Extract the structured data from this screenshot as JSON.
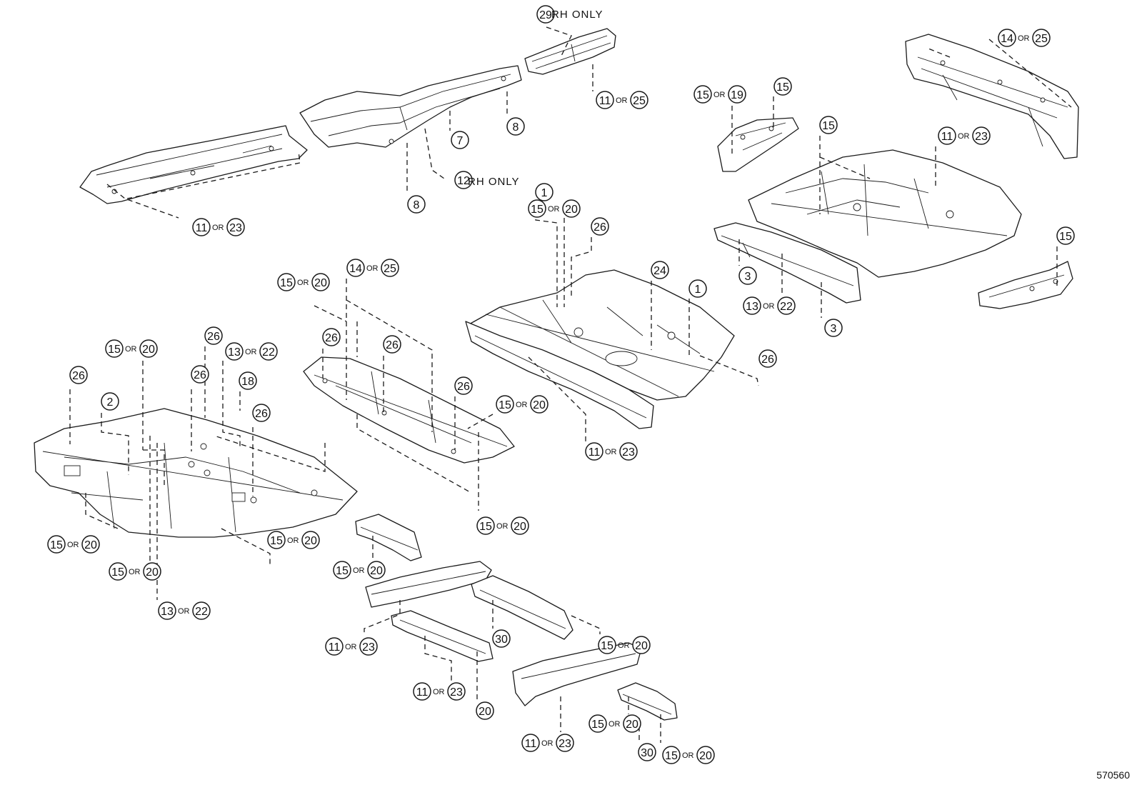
{
  "diagram": {
    "reference_number": "570560",
    "connector_word": "OR",
    "notes": {
      "rh_only_29": "RH ONLY",
      "rh_only_12": "RH ONLY"
    },
    "callouts": [
      {
        "id": "c1",
        "parts": [
          "29"
        ],
        "note": "RH ONLY"
      },
      {
        "id": "c2",
        "parts": [
          "11",
          "25"
        ]
      },
      {
        "id": "c3",
        "parts": [
          "7"
        ]
      },
      {
        "id": "c4",
        "parts": [
          "8"
        ]
      },
      {
        "id": "c5",
        "parts": [
          "8"
        ]
      },
      {
        "id": "c6",
        "parts": [
          "12"
        ],
        "note": "RH ONLY"
      },
      {
        "id": "c7",
        "parts": [
          "11",
          "23"
        ]
      },
      {
        "id": "c8",
        "parts": [
          "14",
          "25"
        ]
      },
      {
        "id": "c9",
        "parts": [
          "15",
          "19"
        ]
      },
      {
        "id": "c10",
        "parts": [
          "15"
        ]
      },
      {
        "id": "c11",
        "parts": [
          "15"
        ]
      },
      {
        "id": "c12",
        "parts": [
          "11",
          "23"
        ]
      },
      {
        "id": "c13",
        "parts": [
          "15"
        ]
      },
      {
        "id": "c14",
        "parts": [
          "3"
        ]
      },
      {
        "id": "c15",
        "parts": [
          "13",
          "22"
        ]
      },
      {
        "id": "c16",
        "parts": [
          "3"
        ]
      },
      {
        "id": "c17",
        "parts": [
          "15",
          "20"
        ]
      },
      {
        "id": "c18",
        "parts": [
          "26"
        ]
      },
      {
        "id": "c19",
        "parts": [
          "1"
        ]
      },
      {
        "id": "c20",
        "parts": [
          "24"
        ]
      },
      {
        "id": "c21",
        "parts": [
          "1"
        ]
      },
      {
        "id": "c22",
        "parts": [
          "26"
        ]
      },
      {
        "id": "c23",
        "parts": [
          "11",
          "23"
        ]
      },
      {
        "id": "c24",
        "parts": [
          "15",
          "20"
        ]
      },
      {
        "id": "c25",
        "parts": [
          "14",
          "25"
        ]
      },
      {
        "id": "c26",
        "parts": [
          "26"
        ]
      },
      {
        "id": "c27",
        "parts": [
          "26"
        ]
      },
      {
        "id": "c28",
        "parts": [
          "26"
        ]
      },
      {
        "id": "c29",
        "parts": [
          "15",
          "20"
        ]
      },
      {
        "id": "c30",
        "parts": [
          "15",
          "20"
        ]
      },
      {
        "id": "c31",
        "parts": [
          "15",
          "20"
        ]
      },
      {
        "id": "c32",
        "parts": [
          "26"
        ]
      },
      {
        "id": "c33",
        "parts": [
          "13",
          "22"
        ]
      },
      {
        "id": "c34",
        "parts": [
          "26"
        ]
      },
      {
        "id": "c35",
        "parts": [
          "2"
        ]
      },
      {
        "id": "c36",
        "parts": [
          "26"
        ]
      },
      {
        "id": "c37",
        "parts": [
          "18"
        ]
      },
      {
        "id": "c38",
        "parts": [
          "26"
        ]
      },
      {
        "id": "c39",
        "parts": [
          "15",
          "20"
        ]
      },
      {
        "id": "c40",
        "parts": [
          "15",
          "20"
        ]
      },
      {
        "id": "c41",
        "parts": [
          "15",
          "20"
        ]
      },
      {
        "id": "c42",
        "parts": [
          "13",
          "22"
        ]
      },
      {
        "id": "c43",
        "parts": [
          "15",
          "20"
        ]
      },
      {
        "id": "c44",
        "parts": [
          "11",
          "23"
        ]
      },
      {
        "id": "c45",
        "parts": [
          "30"
        ]
      },
      {
        "id": "c46",
        "parts": [
          "15",
          "20"
        ]
      },
      {
        "id": "c47",
        "parts": [
          "11",
          "23"
        ]
      },
      {
        "id": "c48",
        "parts": [
          "20"
        ]
      },
      {
        "id": "c49",
        "parts": [
          "11",
          "23"
        ]
      },
      {
        "id": "c50",
        "parts": [
          "15",
          "20"
        ]
      },
      {
        "id": "c51",
        "parts": [
          "30"
        ]
      },
      {
        "id": "c52",
        "parts": [
          "15",
          "20"
        ]
      }
    ]
  }
}
